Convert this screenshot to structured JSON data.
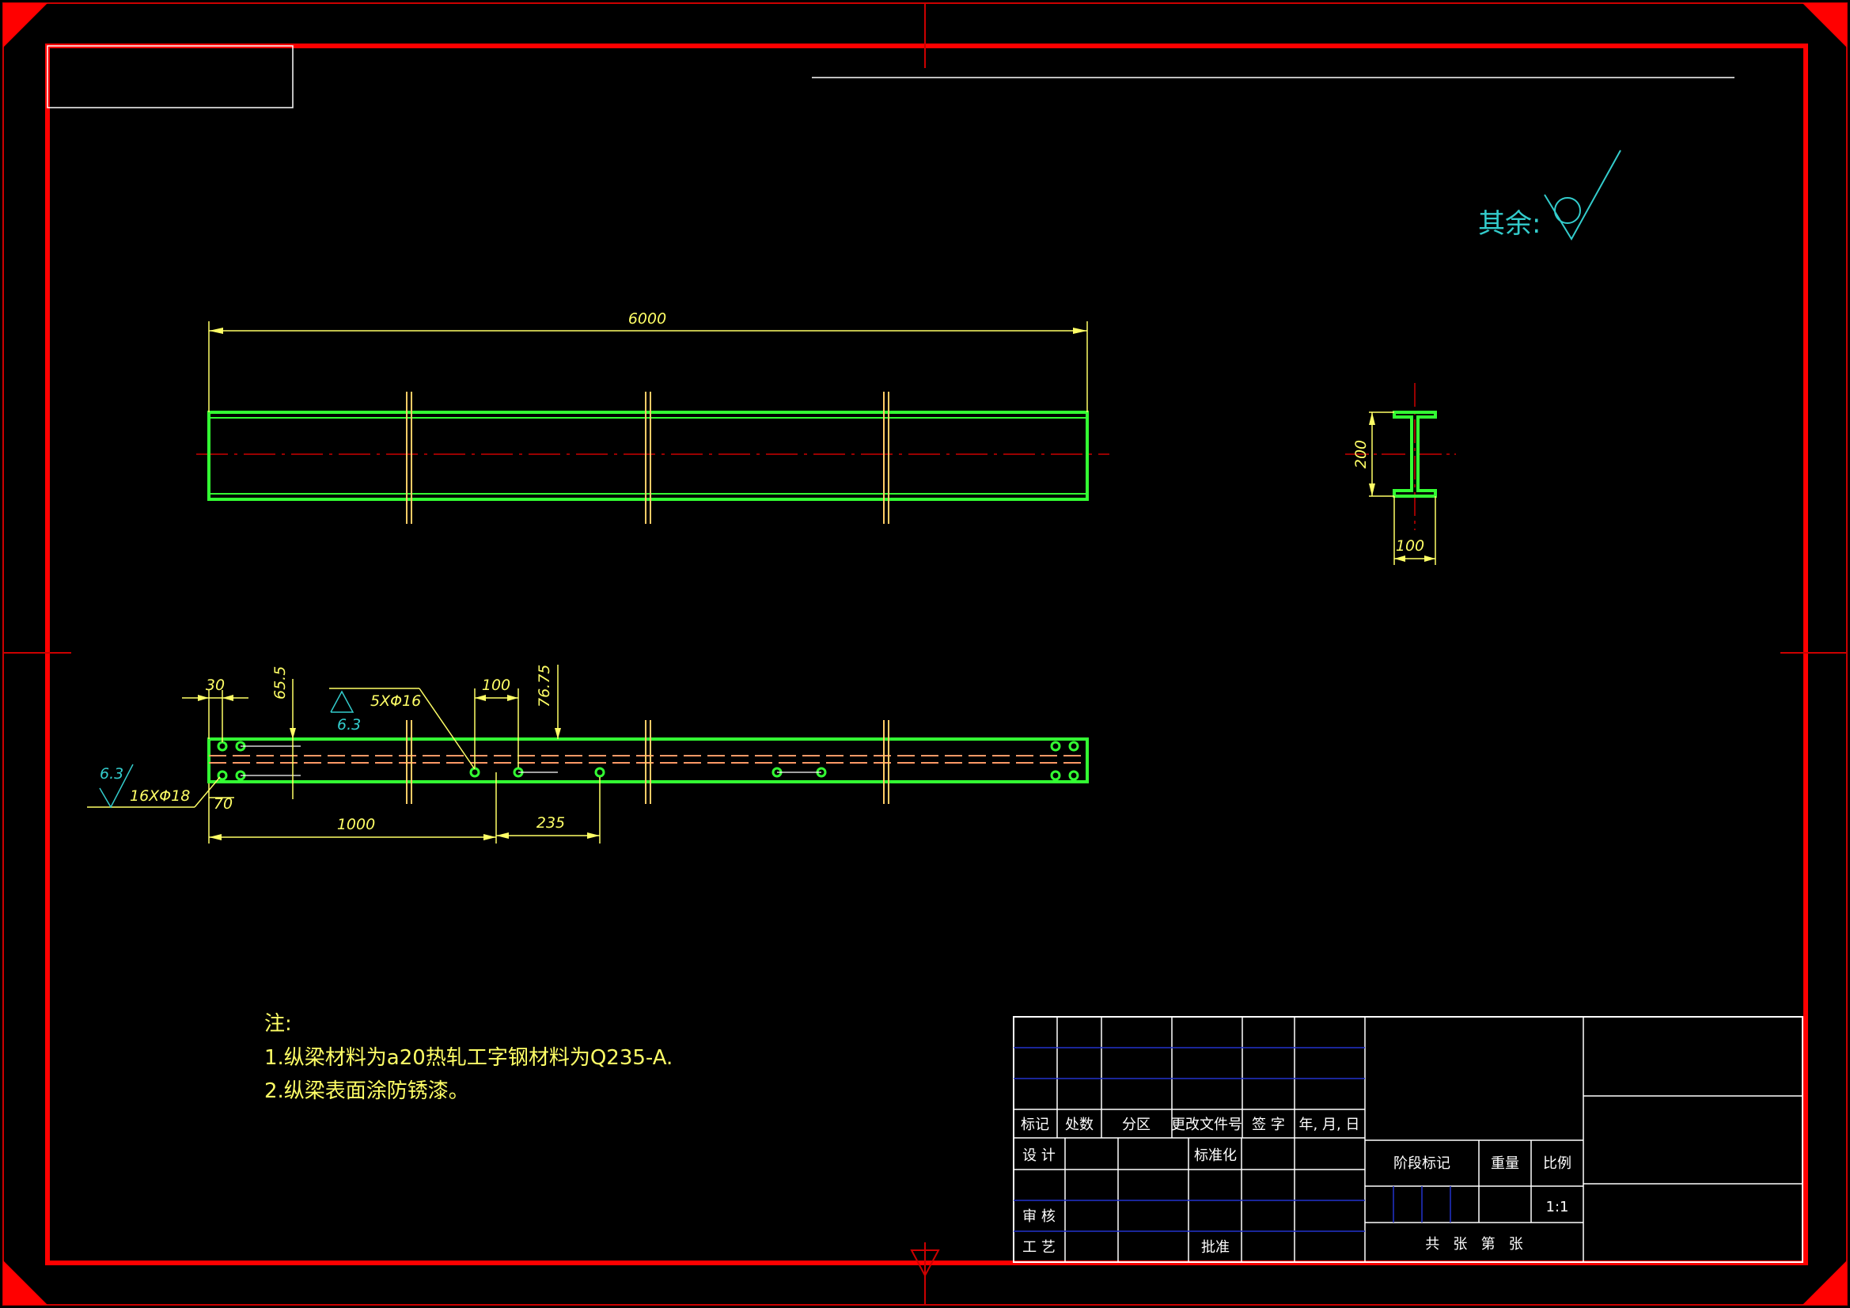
{
  "surface_finish": {
    "label": "其余:"
  },
  "front_view": {
    "length_dim": "6000"
  },
  "section_view": {
    "height_dim": "200",
    "width_dim": "100"
  },
  "plan_view": {
    "dim_30": "30",
    "dim_65_5": "65.5",
    "dim_100": "100",
    "dim_76_75": "76.75",
    "hole_callout_top": "5XΦ16",
    "hole_callout_left": "16XΦ18",
    "roughness_top": "6.3",
    "roughness_left": "6.3",
    "dim_70": "70",
    "dim_1000": "1000",
    "dim_235": "235"
  },
  "notes": {
    "heading": "注:",
    "items": [
      "1.纵梁材料为a20热轧工字钢材料为Q235-A.",
      "2.纵梁表面涂防锈漆。"
    ]
  },
  "title_block": {
    "rev_headers": [
      "标记",
      "处数",
      "分区",
      "更改文件号",
      "签 字",
      "年, 月, 日"
    ],
    "design": "设 计",
    "standardize": "标准化",
    "review": "审 核",
    "process": "工 艺",
    "approve": "批准",
    "stage_mark": "阶段标记",
    "weight": "重量",
    "scale_label": "比例",
    "scale_value": "1:1",
    "sheet_info": "共   张   第   张"
  }
}
